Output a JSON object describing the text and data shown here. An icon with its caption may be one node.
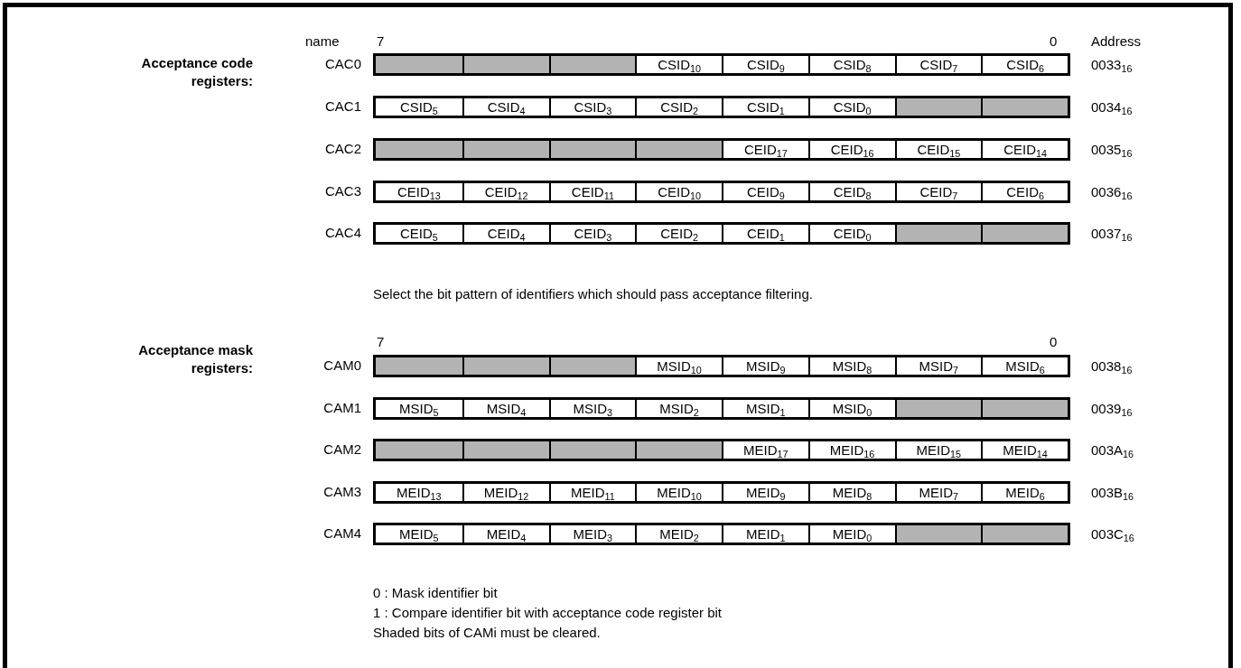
{
  "diagram": {
    "nodes": [
      {
        "text": [],
        "shape": "box"
      },
      {
        "text": [],
        "shape": "box"
      },
      {
        "text": [],
        "shape": "box"
      },
      {
        "text": [
          "CSID$_{10}$"
        ]
      },
      {
        "text": [
          "CSID$_{9}$"
        ]
      },
      {
        "text": [
          "CSID$_{8}$"
        ]
      },
      {
        "text": [
          "CSID$_{7}$"
        ]
      },
      {
        "text": [
          "CSID$_{6}$"
        ]
      },
      {
        "text": [
          "CSID$_{5}$"
        ]
      },
      {
        "text": [
          "CSID$_{4}$"
        ]
      },
      {
        "text": [
          "CSID$_{3}$"
        ]
      },
      {
        "text": [
          "CSID$_{2}$"
        ]
      },
      {
        "text": [
          "CSID$_{1}$"
        ]
      },
      {
        "text": [
          "CSID$_{0}$"
        ]
      },
      {
        "text": [],
        "shape": "box"
      },
      {
        "text": [],
        "shape": "box"
      },
      {
        "text": [],
        "shape": "box"
      },
      {
        "text": [],
        "shape": "box"
      },
      {
        "text": [],
        "shape": "box"
      },
      {
        "text": [],
        "shape": "box"
      },
      {
        "text": [
          "CEID$_{17}$"
        ]
      },
      {
        "text": [
          "CEID$_{16}$"
        ]
      },
      {
        "text": [
          "CEID$_{15}$"
        ]
      },
      {
        "text": [
          "CEID$_{14}$"
        ]
      },
      {
        "text": [
          "CEID$_{13}$"
        ]
      },
      {
        "text": [
          "CEID$_{12}$"
        ]
      },
      {
        "text": [
          "CEID$_{11}$"
        ]
      },
      {
        "text": [
          "CEID$_{10}$"
        ]
      },
      {
        "text": [
          "CEID$_{9}$"
        ]
      },
      {
        "text": [
          "CEID$_{8}$"
        ]
      },
      {
        "text": [
          "CEID$_{7}$"
        ]
      },
      {
        "text": [
          "CEID$_{6}$"
        ]
      },
      {
        "text": [
          "CEID$_{5}$"
        ]
      },
      {
        "text": [
          "CEID$_{4}$"
        ]
      },
      {
        "text": [
          "CEID$_{3}$"
        ]
      },
      {
        "text": [
          "CEID$_{2}$"
        ]
      },
      {
        "text": [
          "CEID$_{1}$"
        ]
      },
      {
        "text": [
          "CEID$_{0}$"
        ]
      },
      {
        "text": [],
        "shape": "box"
      },
      {
        "text": [],
        "shape": "box"
      },
      {
        "text": [],
        "shape": "box"
      },
      {
        "text": [],
        "shape": "box"
      },
      {
        "text": [],
        "shape": "box"
      },
      {
        "text": [
          "MSID$_{10}$"
        ]
      },
      {
        "text": [
          "MSID$_{9}$"
        ]
      },
      {
        "text": [
          "MSID$_{8}$"
        ]
      },
      {
        "text": [
          "MSID$_{7}$"
        ]
      },
      {
        "text": [
          "MSID$_{6}$"
        ]
      },
      {
        "text": [
          "MSID$_{5}$"
        ]
      },
      {
        "text": [
          "MSID$_{4}$"
        ]
      },
      {
        "text": [
          "MSID$_{3}$"
        ]
      },
      {
        "text": [
          "MSID$_{2}$"
        ]
      },
      {
        "text": [
          "MSID$_{1}$"
        ]
      },
      {
        "text": [
          "MSID$_{0}$"
        ]
      },
      {
        "text": [],
        "shape": "box"
      },
      {
        "text": [],
        "shape": "box"
      },
      {
        "text": [],
        "shape": "box"
      },
      {
        "text": [],
        "shape": "box"
      },
      {
        "text": [],
        "shape": "box"
      },
      {
        "text": [],
        "shape": "box"
      },
      {
        "text": [
          "MEID$_{17}$"
        ]
      },
      {
        "text": [
          "MEID$_{16}$"
        ]
      },
      {
        "text": [
          "MEID$_{15}$"
        ]
      },
      {
        "text": [
          "MEID$_{14}$"
        ]
      },
      {
        "text": [
          "MEID$_{13}$"
        ]
      },
      {
        "text": [
          "MEID$_{12}$"
        ]
      },
      {
        "text": [
          "MEID$_{11}$"
        ]
      },
      {
        "text": [
          "MEID$_{10}$"
        ]
      },
      {
        "text": [
          "MEID$_{9}$"
        ]
      },
      {
        "text": [
          "MEID$_{8}$"
        ]
      },
      {
        "text": [
          "MEID$_{7}$"
        ]
      },
      {
        "text": [
          "MEID$_{6}$"
        ]
      },
      {
        "text": [
          "MEID$_{5}$"
        ]
      },
      {
        "text": [
          "MEID$_{4}$"
        ]
      },
      {
        "text": [
          "MEID$_{3}$"
        ]
      },
      {
        "text": [
          "MEID$_{2}$"
        ]
      },
      {
        "text": [
          "MEID$_{1}$"
        ]
      },
      {
        "text": [
          "MEID$_{0}$"
        ]
      },
      {
        "text": [],
        "shape": "box"
      },
      {
        "text": [],
        "shape": "box"
      }
    ],
    "labels": [
      "name",
      "7",
      "0",
      "Address",
      "Acceptance code registers:",
      "CAC0",
      "0033$_{16}$",
      "CAC1",
      "0034$_{16}$",
      "CAC2",
      "0035$_{16}$",
      "CAC3",
      "0036$_{16}$",
      "CAC4",
      "0037$_{16}$",
      "Select the bit pattern of identifiers which should pass acceptance filtering.",
      "7",
      "0",
      "Acceptance mask registers:",
      "CAM0",
      "0038$_{16}$",
      "CAM1",
      "0039$_{16}$",
      "CAM2",
      "003A$_{16}$",
      "CAM3",
      "003B$_{16}$",
      "CAM4",
      "003C$_{16}$",
      "0 : Mask identifier bit",
      "1 : Compare identifier bit with acceptance code register bit",
      "Shaded bits of CAMi must be cleared."
    ]
  }
}
